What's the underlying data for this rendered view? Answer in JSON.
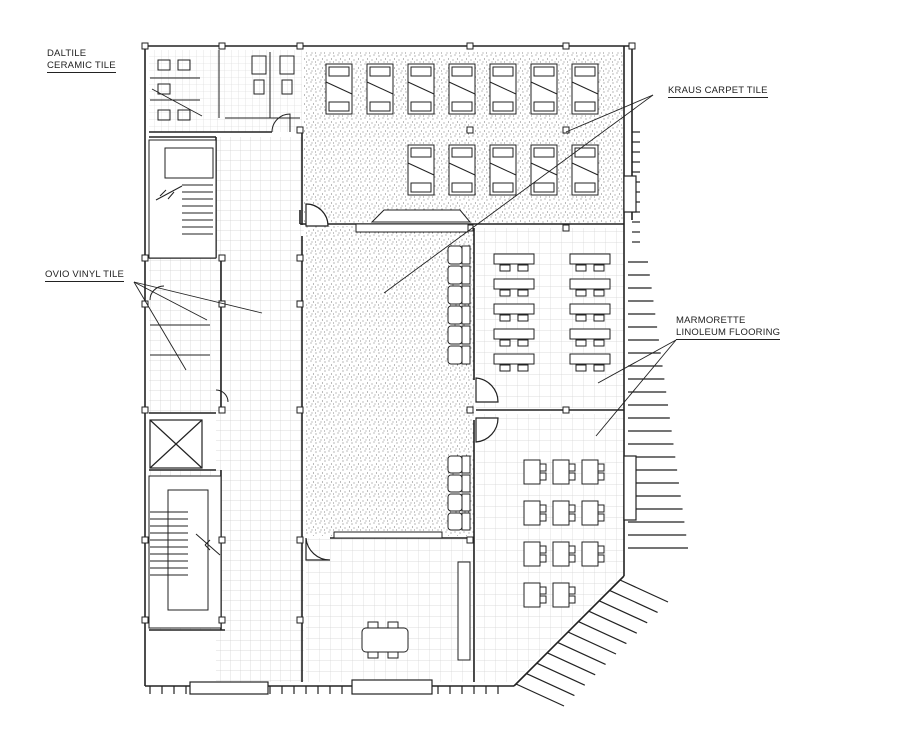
{
  "labels": {
    "daltile_line1": "DALTILE",
    "daltile_line2": "CERAMIC TILE",
    "kraus": "KRAUS CARPET TILE",
    "ovio": "OVIO VINYL TILE",
    "marmorette_line1": "MARMORETTE",
    "marmorette_line2": "LINOLEUM FLOORING"
  },
  "colors": {
    "line": "#222222",
    "grid": "#cfcfcf",
    "tile_dense": "#d6d6d6",
    "carpet_dots": "#555555",
    "background": "#ffffff"
  }
}
